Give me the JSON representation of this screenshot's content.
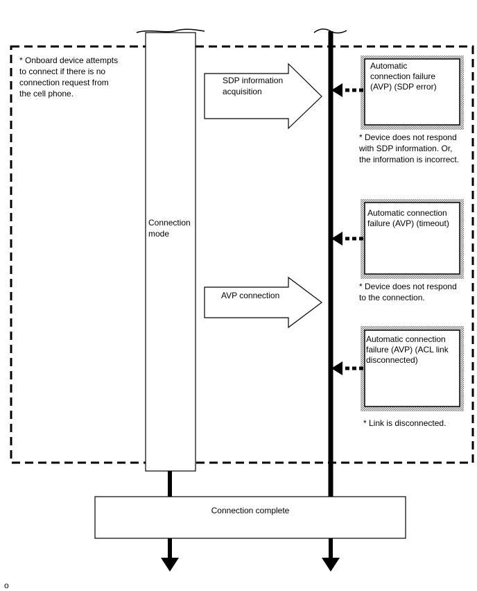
{
  "note_top_left": "* Onboard device attempts\nto connect if there is no\nconnection request from\nthe cell phone.",
  "column_label": "Connection\nmode",
  "arrows": {
    "sdp": "SDP information\nacquisition",
    "avp": "AVP connection"
  },
  "failures": [
    {
      "label": "Automatic\nconnection failure\n(AVP) (SDP error)",
      "note": "* Device does not respond\nwith SDP information. Or,\nthe information is incorrect."
    },
    {
      "label": "Automatic connection\nfailure (AVP) (timeout)",
      "note": "* Device does not respond\nto the connection."
    },
    {
      "label": "Automatic connection\nfailure (AVP) (ACL link\ndisconnected)",
      "note": "* Link is disconnected."
    }
  ],
  "complete_label": "Connection complete",
  "footer_mark": "o",
  "colors": {
    "line": "#000000",
    "background": "#ffffff",
    "shadow": "#9a9a9a"
  }
}
